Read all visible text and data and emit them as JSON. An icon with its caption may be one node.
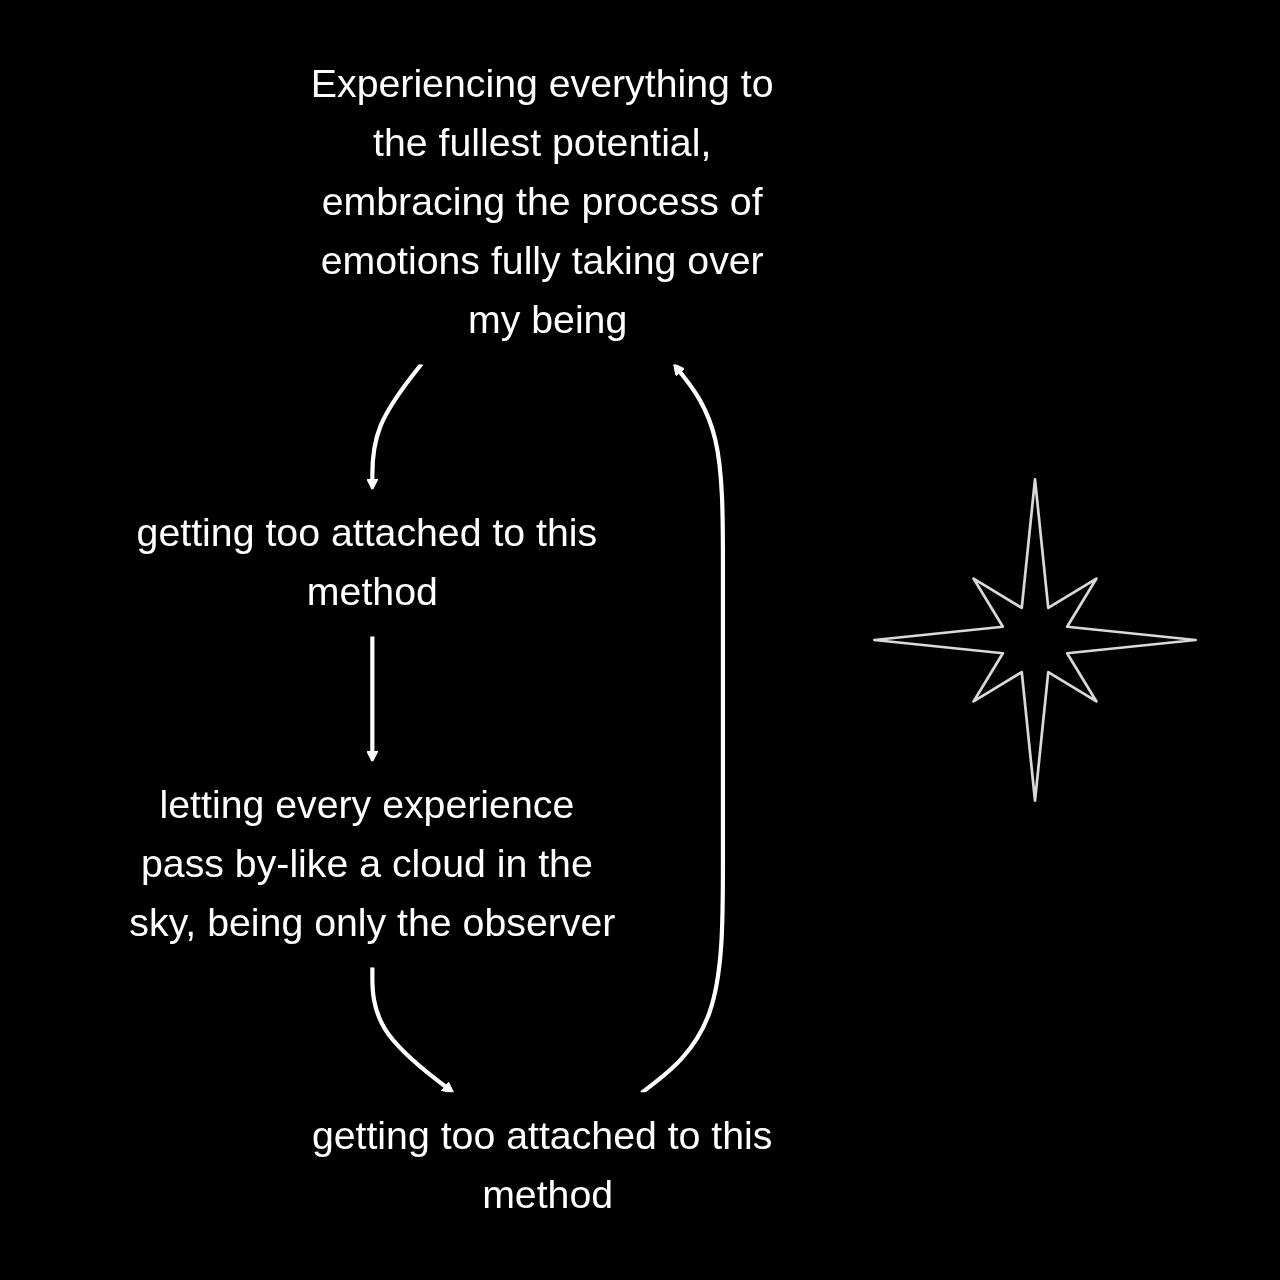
{
  "diagram": {
    "nodes": [
      {
        "text": [
          "Experiencing everything to the fullest potential, embracing the process of emotions fully taking over my being"
        ]
      },
      {
        "text": [
          "getting too attached to this method"
        ]
      },
      {
        "text": [
          "letting every experience pass by-like a cloud in the sky, being only the observer"
        ]
      },
      {
        "text": [
          "getting too attached to this method"
        ]
      }
    ],
    "edges": [
      {
        "from": 0,
        "to": 1,
        "arrow": "to"
      },
      {
        "from": 1,
        "to": 2,
        "arrow": "to"
      },
      {
        "from": 2,
        "to": 3,
        "arrow": "to"
      },
      {
        "from": 3,
        "to": 0,
        "arrow": "to"
      }
    ]
  }
}
